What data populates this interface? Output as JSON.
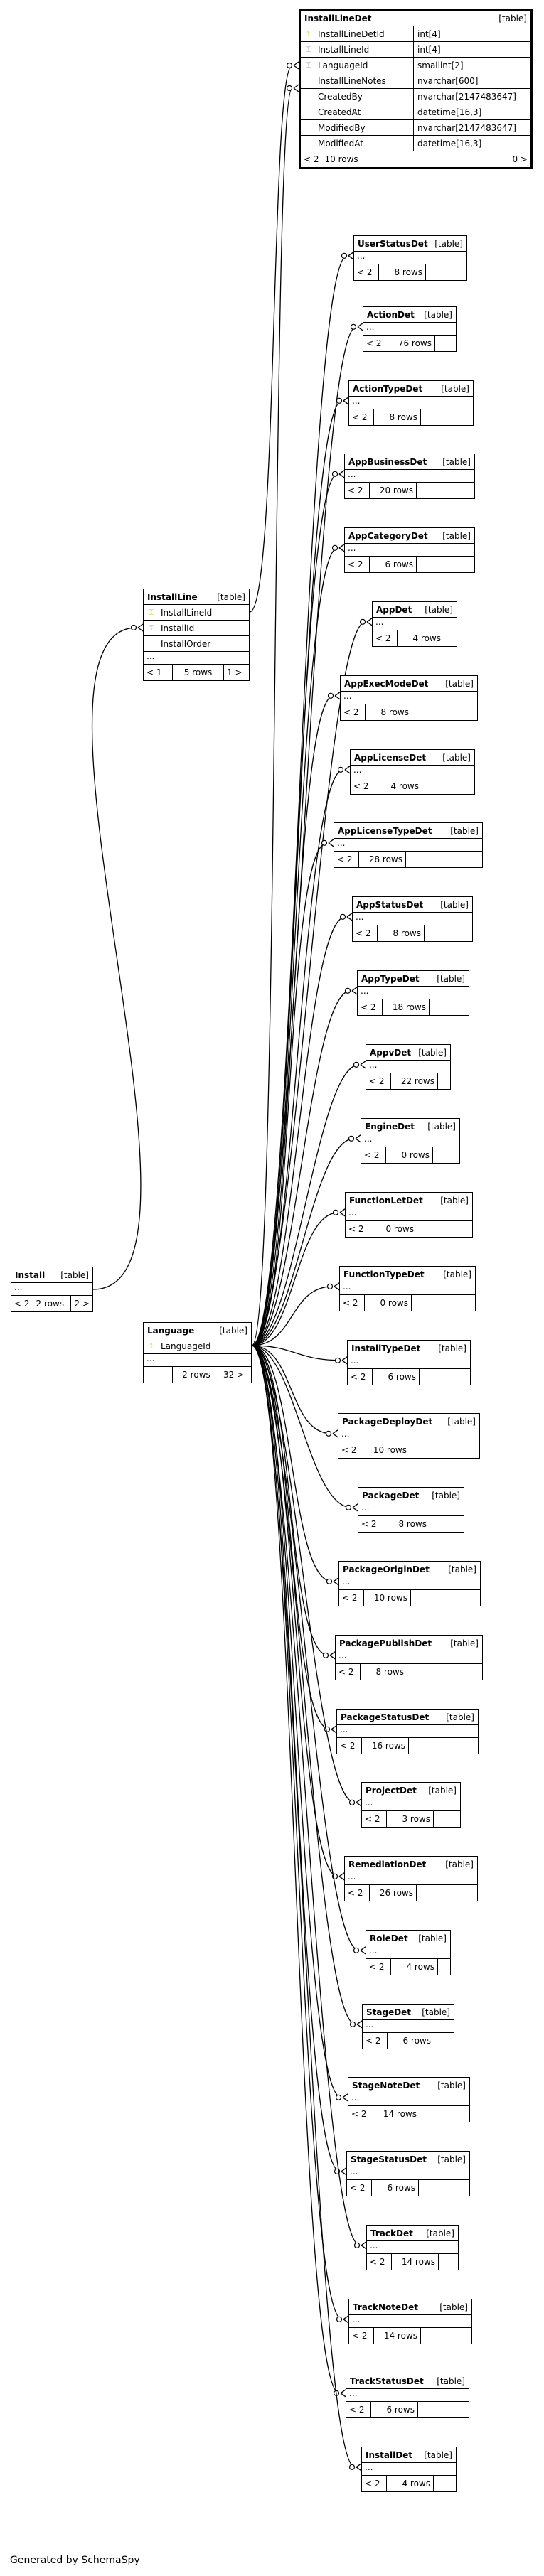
{
  "focus_table": {
    "name": "InstallLineDet",
    "type_label": "[table]",
    "columns": [
      {
        "name": "InstallLineDetId",
        "type": "int[4]",
        "key": "pk"
      },
      {
        "name": "InstallLineId",
        "type": "int[4]",
        "key": "fk"
      },
      {
        "name": "LanguageId",
        "type": "smallint[2]",
        "key": "fk"
      },
      {
        "name": "InstallLineNotes",
        "type": "nvarchar[600]",
        "key": ""
      },
      {
        "name": "CreatedBy",
        "type": "nvarchar[2147483647]",
        "key": ""
      },
      {
        "name": "CreatedAt",
        "type": "datetime[16,3]",
        "key": ""
      },
      {
        "name": "ModifiedBy",
        "type": "nvarchar[2147483647]",
        "key": ""
      },
      {
        "name": "ModifiedAt",
        "type": "datetime[16,3]",
        "key": ""
      }
    ],
    "footer": {
      "left": "< 2",
      "rows": "10 rows",
      "right": "0 >"
    }
  },
  "install_line": {
    "name": "InstallLine",
    "type_label": "[table]",
    "columns": [
      {
        "name": "InstallLineId",
        "key": "pk"
      },
      {
        "name": "InstallId",
        "key": "fk"
      },
      {
        "name": "InstallOrder",
        "key": ""
      }
    ],
    "ellipsis": "...",
    "footer": {
      "left": "< 1",
      "rows": "5 rows",
      "right": "1 >"
    }
  },
  "install": {
    "name": "Install",
    "type_label": "[table]",
    "ellipsis": "...",
    "footer": {
      "left": "< 2",
      "rows": "2 rows",
      "right": "2 >"
    }
  },
  "language": {
    "name": "Language",
    "type_label": "[table]",
    "columns": [
      {
        "name": "LanguageId",
        "key": "pk"
      }
    ],
    "ellipsis": "...",
    "footer": {
      "left": "",
      "rows": "2 rows",
      "right": "32 >"
    }
  },
  "related_tables": [
    {
      "name": "UserStatusDet",
      "type_label": "[table]",
      "ellipsis": "...",
      "left": "< 2",
      "rows": "8 rows"
    },
    {
      "name": "ActionDet",
      "type_label": "[table]",
      "ellipsis": "...",
      "left": "< 2",
      "rows": "76 rows"
    },
    {
      "name": "ActionTypeDet",
      "type_label": "[table]",
      "ellipsis": "...",
      "left": "< 2",
      "rows": "8 rows"
    },
    {
      "name": "AppBusinessDet",
      "type_label": "[table]",
      "ellipsis": "...",
      "left": "< 2",
      "rows": "20 rows"
    },
    {
      "name": "AppCategoryDet",
      "type_label": "[table]",
      "ellipsis": "...",
      "left": "< 2",
      "rows": "6 rows"
    },
    {
      "name": "AppDet",
      "type_label": "[table]",
      "ellipsis": "...",
      "left": "< 2",
      "rows": "4 rows"
    },
    {
      "name": "AppExecModeDet",
      "type_label": "[table]",
      "ellipsis": "...",
      "left": "< 2",
      "rows": "8 rows"
    },
    {
      "name": "AppLicenseDet",
      "type_label": "[table]",
      "ellipsis": "...",
      "left": "< 2",
      "rows": "4 rows"
    },
    {
      "name": "AppLicenseTypeDet",
      "type_label": "[table]",
      "ellipsis": "...",
      "left": "< 2",
      "rows": "28 rows"
    },
    {
      "name": "AppStatusDet",
      "type_label": "[table]",
      "ellipsis": "...",
      "left": "< 2",
      "rows": "8 rows"
    },
    {
      "name": "AppTypeDet",
      "type_label": "[table]",
      "ellipsis": "...",
      "left": "< 2",
      "rows": "18 rows"
    },
    {
      "name": "AppvDet",
      "type_label": "[table]",
      "ellipsis": "...",
      "left": "< 2",
      "rows": "22 rows"
    },
    {
      "name": "EngineDet",
      "type_label": "[table]",
      "ellipsis": "...",
      "left": "< 2",
      "rows": "0 rows"
    },
    {
      "name": "FunctionLetDet",
      "type_label": "[table]",
      "ellipsis": "...",
      "left": "< 2",
      "rows": "0 rows"
    },
    {
      "name": "FunctionTypeDet",
      "type_label": "[table]",
      "ellipsis": "...",
      "left": "< 2",
      "rows": "0 rows"
    },
    {
      "name": "InstallTypeDet",
      "type_label": "[table]",
      "ellipsis": "...",
      "left": "< 2",
      "rows": "6 rows"
    },
    {
      "name": "PackageDeployDet",
      "type_label": "[table]",
      "ellipsis": "...",
      "left": "< 2",
      "rows": "10 rows"
    },
    {
      "name": "PackageDet",
      "type_label": "[table]",
      "ellipsis": "...",
      "left": "< 2",
      "rows": "8 rows"
    },
    {
      "name": "PackageOriginDet",
      "type_label": "[table]",
      "ellipsis": "...",
      "left": "< 2",
      "rows": "10 rows"
    },
    {
      "name": "PackagePublishDet",
      "type_label": "[table]",
      "ellipsis": "...",
      "left": "< 2",
      "rows": "8 rows"
    },
    {
      "name": "PackageStatusDet",
      "type_label": "[table]",
      "ellipsis": "...",
      "left": "< 2",
      "rows": "16 rows"
    },
    {
      "name": "ProjectDet",
      "type_label": "[table]",
      "ellipsis": "...",
      "left": "< 2",
      "rows": "3 rows"
    },
    {
      "name": "RemediationDet",
      "type_label": "[table]",
      "ellipsis": "...",
      "left": "< 2",
      "rows": "26 rows"
    },
    {
      "name": "RoleDet",
      "type_label": "[table]",
      "ellipsis": "...",
      "left": "< 2",
      "rows": "4 rows"
    },
    {
      "name": "StageDet",
      "type_label": "[table]",
      "ellipsis": "...",
      "left": "< 2",
      "rows": "6 rows"
    },
    {
      "name": "StageNoteDet",
      "type_label": "[table]",
      "ellipsis": "...",
      "left": "< 2",
      "rows": "14 rows"
    },
    {
      "name": "StageStatusDet",
      "type_label": "[table]",
      "ellipsis": "...",
      "left": "< 2",
      "rows": "6 rows"
    },
    {
      "name": "TrackDet",
      "type_label": "[table]",
      "ellipsis": "...",
      "left": "< 2",
      "rows": "14 rows"
    },
    {
      "name": "TrackNoteDet",
      "type_label": "[table]",
      "ellipsis": "...",
      "left": "< 2",
      "rows": "14 rows"
    },
    {
      "name": "TrackStatusDet",
      "type_label": "[table]",
      "ellipsis": "...",
      "left": "< 2",
      "rows": "6 rows"
    },
    {
      "name": "InstallDet",
      "type_label": "[table]",
      "ellipsis": "...",
      "left": "< 2",
      "rows": "4 rows"
    }
  ],
  "generated_by": "Generated by SchemaSpy"
}
